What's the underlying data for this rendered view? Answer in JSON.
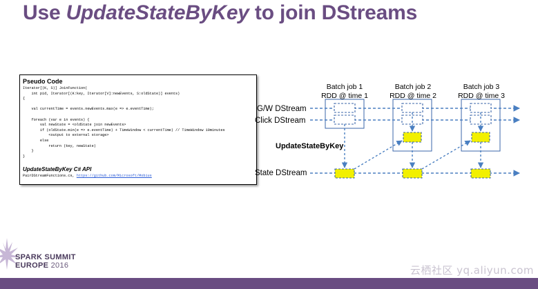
{
  "slide": {
    "title_pre": "Use ",
    "title_em": "UpdateStateByKey",
    "title_post": " to join DStreams"
  },
  "code_panel": {
    "heading": "Pseudo Code",
    "code": "Iterator[(K, S)] JoinFunction(\n    int pid, Iterator[(K:key, Iterator[V]:newEvents, S:oldState)] events)\n{\n\n    val currentTime = events.newEvents.max(e => e.eventTime);\n\n    foreach (var e in events) {\n        val newState = <oldState join newEvents>\n        if (oldState.min(e => e.eventTime) + TimeWindow < currentTime) // TimeWindow 10minutes\n            <output to external storage>\n        else\n            return (key, newState)\n    }\n}",
    "api_label": "UpdateStateByKey C# API",
    "api_file": "PairDStreamFunctions.cs, ",
    "api_link": "https://github.com/Microsoft/Mobius"
  },
  "diagram": {
    "batches": [
      {
        "line1": "Batch job 1",
        "line2": "RDD @ time 1"
      },
      {
        "line1": "Batch job 2",
        "line2": "RDD @ time 2"
      },
      {
        "line1": "Batch job 3",
        "line2": "RDD @ time 3"
      }
    ],
    "streams": {
      "gw": "G/W DStream",
      "click": "Click DStream",
      "state": "State DStream"
    },
    "op_label": "UpdateStateByKey",
    "colors": {
      "arrow": "#4a7fc1",
      "state_fill": "#f2f000",
      "batch_border": "#3a64a8"
    }
  },
  "branding": {
    "line1": "SPARK SUMMIT",
    "line2": "EUROPE",
    "year": "2016"
  },
  "watermark": "云栖社区 yq.aliyun.com"
}
